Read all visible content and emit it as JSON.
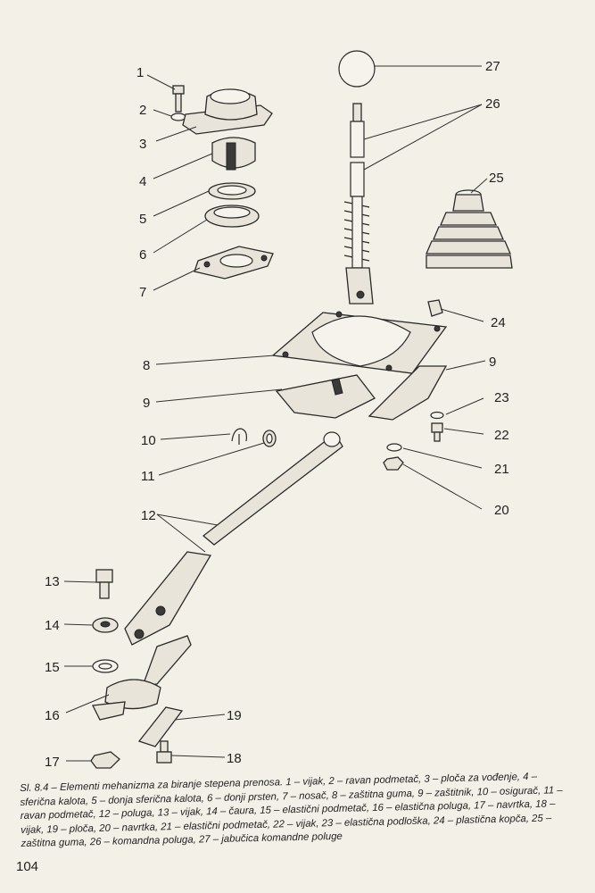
{
  "labels": [
    {
      "id": "1",
      "text": "1"
    },
    {
      "id": "2",
      "text": "2"
    },
    {
      "id": "3",
      "text": "3"
    },
    {
      "id": "4",
      "text": "4"
    },
    {
      "id": "5",
      "text": "5"
    },
    {
      "id": "6",
      "text": "6"
    },
    {
      "id": "7",
      "text": "7"
    },
    {
      "id": "8",
      "text": "8"
    },
    {
      "id": "9a",
      "text": "9"
    },
    {
      "id": "9b",
      "text": "9"
    },
    {
      "id": "10",
      "text": "10"
    },
    {
      "id": "11",
      "text": "11"
    },
    {
      "id": "12",
      "text": "12"
    },
    {
      "id": "13",
      "text": "13"
    },
    {
      "id": "14",
      "text": "14"
    },
    {
      "id": "15",
      "text": "15"
    },
    {
      "id": "16",
      "text": "16"
    },
    {
      "id": "17",
      "text": "17"
    },
    {
      "id": "18",
      "text": "18"
    },
    {
      "id": "19",
      "text": "19"
    },
    {
      "id": "20",
      "text": "20"
    },
    {
      "id": "21",
      "text": "21"
    },
    {
      "id": "22",
      "text": "22"
    },
    {
      "id": "23",
      "text": "23"
    },
    {
      "id": "24",
      "text": "24"
    },
    {
      "id": "25",
      "text": "25"
    },
    {
      "id": "26",
      "text": "26"
    },
    {
      "id": "27",
      "text": "27"
    }
  ],
  "caption": "Sl. 8.4 – Elementi mehanizma za biranje stepena prenosa. 1 – vijak, 2 – ravan podmetač, 3 – ploča za vođenje, 4 – sferična kalota, 5 – donja sferična kalota, 6 – donji prsten, 7 – nosač, 8 – zaštitna guma, 9 – zaštitnik, 10 – osigurač, 11 – ravan podmetač, 12 – poluga, 13 – vijak, 14 – čaura, 15 – elastični podmetač, 16 – elastična poluga, 17 – navrtka, 18 – vijak, 19 – ploča, 20 – navrtka, 21 – elastični podmetač, 22 – vijak, 23 – elastična podloška, 24 – plastična kopča, 25 – zaštitna guma, 26 – komandna poluga, 27 – jabučica komandne poluge",
  "page_number": "104"
}
